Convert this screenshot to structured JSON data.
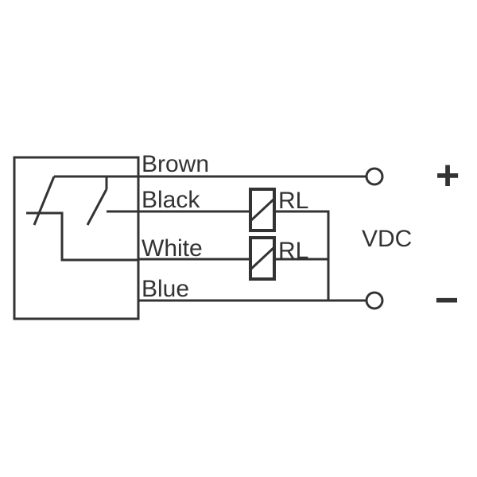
{
  "wires": {
    "brown": "Brown",
    "black": "Black",
    "white": "White",
    "blue": "Blue"
  },
  "relays": [
    "RL",
    "RL"
  ],
  "supply": {
    "label": "VDC",
    "positive": "+",
    "negative": "−"
  },
  "colors": {
    "line": "#333333",
    "background": "#ffffff"
  }
}
